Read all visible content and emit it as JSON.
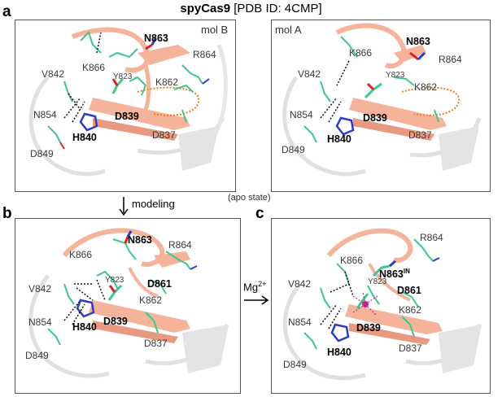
{
  "header": {
    "title_bold": "spyCas9",
    "title_rest": " [PDB ID: 4CMP]"
  },
  "panels": {
    "a": {
      "letter": "a"
    },
    "b": {
      "letter": "b"
    },
    "c": {
      "letter": "c"
    }
  },
  "mol_labels": {
    "mol_b": "mol B",
    "mol_a": "mol A"
  },
  "flow": {
    "modeling": "modeling",
    "apo_state": "(apo state)",
    "mg": "Mg",
    "mg_sup": "2+"
  },
  "residues": {
    "N863": "N863",
    "N863_sup": "IN",
    "K866": "K866",
    "R864": "R864",
    "Y823": "Y823",
    "K862": "K862",
    "V842": "V842",
    "N854": "N854",
    "D839": "D839",
    "H840": "H840",
    "D837": "D837",
    "D849": "D849",
    "D861": "D861"
  },
  "colors": {
    "ribbon": "#f5b49a",
    "ribbon_dark": "#e08f75",
    "carbon": "#3cc88c",
    "nitrogen": "#2a3ccc",
    "oxygen": "#e02020",
    "loop_orange": "#f07a14",
    "grey_ribbon": "#d8d8d8",
    "hbond": "#111111",
    "magnesium": "#d02090"
  }
}
